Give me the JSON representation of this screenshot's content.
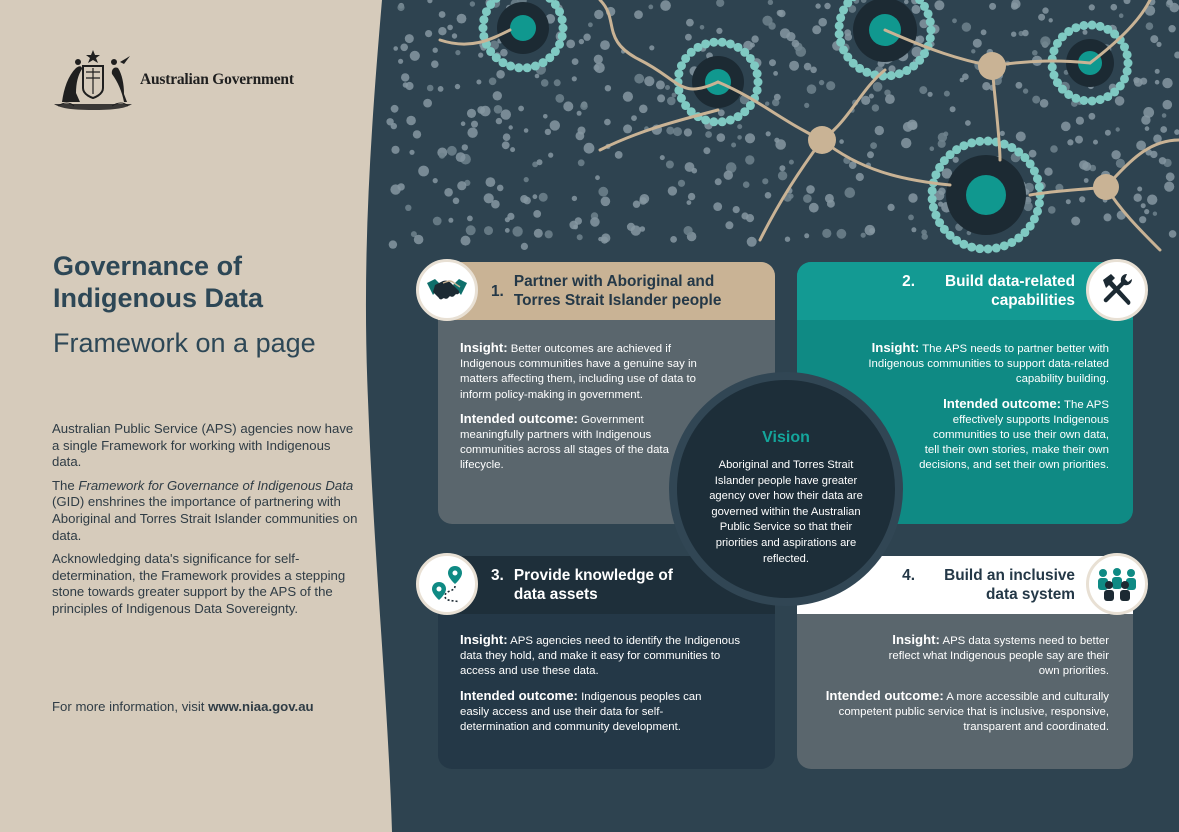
{
  "header": {
    "gov_name": "Australian Government"
  },
  "document": {
    "title": "Governance of Indigenous Data",
    "subtitle": "Framework on a page",
    "intro_1": "Australian Public Service (APS) agencies now have a single Framework for working with Indigenous data.",
    "intro_2_pre": "The ",
    "intro_2_italic": "Framework for Governance of Indigenous Data",
    "intro_2_post": " (GID) enshrines the importance of partnering with Aboriginal and Torres Strait Islander communities on data.",
    "intro_3": "Acknowledging data's significance for self-determination, the Framework provides a stepping stone towards greater support by the APS of the principles of Indigenous Data Sovereignty.",
    "more_info_text": "For more information, visit ",
    "more_info_link": "www.niaa.gov.au"
  },
  "vision": {
    "title": "Vision",
    "text": "Aboriginal and Torres Strait Islander people have greater agency over how their data are governed within the Australian Public Service so that their priorities and aspirations are reflected."
  },
  "quadrants": [
    {
      "number": "1.",
      "heading": "Partner with Aboriginal and Torres Strait Islander people",
      "insight_label": "Insight:",
      "insight": "Better outcomes are achieved if Indigenous communities have a genuine say in matters affecting them, including use of data to inform policy-making in government.",
      "outcome_label": "Intended outcome:",
      "outcome": "Government meaningfully partners with Indigenous communities across all stages of the data lifecycle.",
      "icon": "handshake-icon"
    },
    {
      "number": "2.",
      "heading": "Build data-related capabilities",
      "insight_label": "Insight:",
      "insight": "The APS needs to partner better with Indigenous communities to support data-related capability building.",
      "outcome_label": "Intended outcome:",
      "outcome": "The APS effectively supports Indigenous communities to use their own data, tell their own stories, make their own decisions, and set their own priorities.",
      "icon": "tools-icon"
    },
    {
      "number": "3.",
      "heading": "Provide knowledge of data assets",
      "insight_label": "Insight:",
      "insight": "APS agencies need to identify the Indigenous data they hold, and make it easy for communities to access and use these data.",
      "outcome_label": "Intended outcome:",
      "outcome": "Indigenous peoples can easily access and use their data for self-determination and community development.",
      "icon": "map-pin-path-icon"
    },
    {
      "number": "4.",
      "heading": "Build an inclusive data system",
      "insight_label": "Insight:",
      "insight": "APS data systems need to better reflect what Indigenous people say are their own priorities.",
      "outcome_label": "Intended outcome:",
      "outcome": "A more accessible and culturally competent public service that is inclusive, responsive, transparent and coordinated.",
      "icon": "people-group-icon"
    }
  ],
  "colors": {
    "sand": "#d6cbbb",
    "navy": "#2e4350",
    "teal": "#139a93",
    "tan": "#c9b395",
    "grey_card": "#5a666d"
  }
}
